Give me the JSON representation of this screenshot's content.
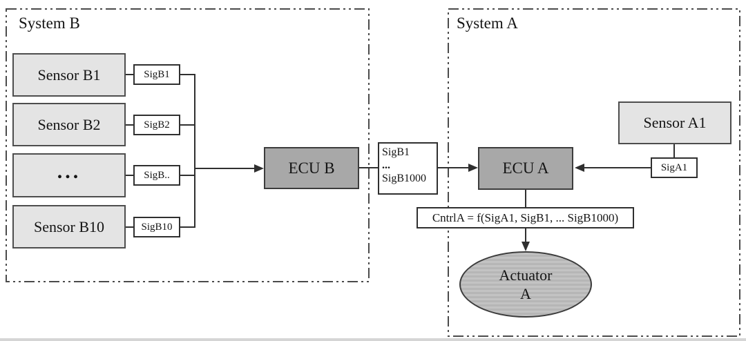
{
  "diagram": {
    "system_b": {
      "title": "System B",
      "sensors": [
        {
          "label": "Sensor B1",
          "signal": "SigB1"
        },
        {
          "label": "Sensor B2",
          "signal": "SigB2"
        },
        {
          "label": "...",
          "signal": "SigB.."
        },
        {
          "label": "Sensor B10",
          "signal": "SigB10"
        }
      ],
      "ecu_label": "ECU B"
    },
    "interchange": {
      "lines": [
        "SigB1",
        "...",
        "SigB1000"
      ]
    },
    "system_a": {
      "title": "System A",
      "ecu_label": "ECU A",
      "sensor_label": "Sensor A1",
      "signal_label": "SigA1",
      "control_law": "CntrlA = f(SigA1, SigB1, ... SigB1000)",
      "actuator": {
        "line1": "Actuator",
        "line2": "A"
      }
    }
  },
  "colors": {
    "frame": "#4a4a4a",
    "line": "#2f2f2f",
    "text": "#141414",
    "box_light_fill": "#e4e4e4",
    "box_light_border": "#4d4d4d",
    "ecu_fill": "#a8a8a8",
    "ecu_border": "#3c3c3c",
    "signal_fill": "#ffffff",
    "signal_border": "#2f2f2f",
    "actuator_fill": "#bdbdbd",
    "bottom_strip": "#d5d5d5"
  }
}
